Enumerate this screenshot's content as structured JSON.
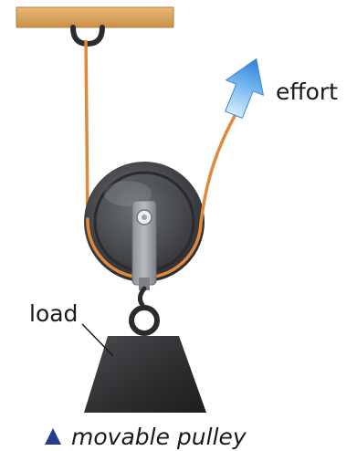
{
  "labels": {
    "effort": "effort",
    "load": "load"
  },
  "caption": {
    "marker_icon": "blue-triangle-icon",
    "text": "movable pulley"
  },
  "colors": {
    "beam": "#d9a35f",
    "rope": "#e0893a",
    "pulley_dark": "#2f3033",
    "pulley_mid": "#5b5d62",
    "pulley_light": "#9a9da2",
    "arrow": "#4a90e2",
    "load_block": "#2b2c2e",
    "caption_marker": "#233d8c"
  }
}
